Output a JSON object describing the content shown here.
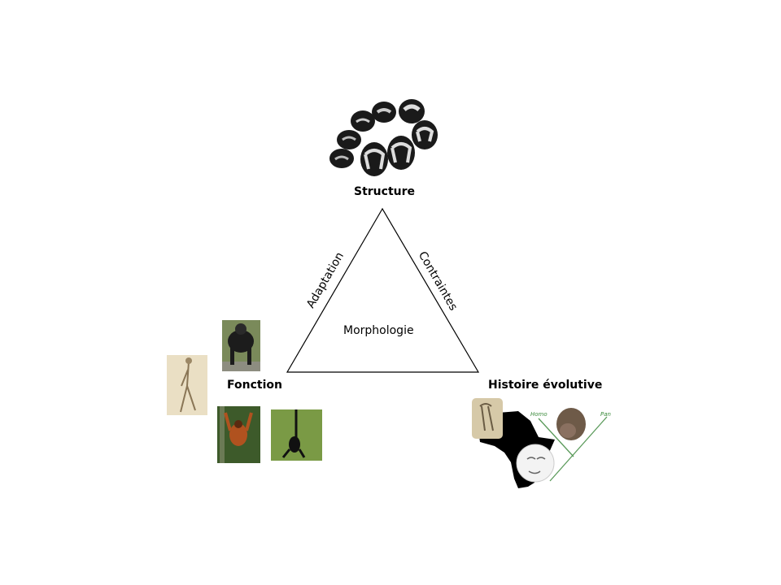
{
  "nodes": {
    "top": "Structure",
    "left": "Fonction",
    "right": "Histoire évolutive",
    "center": "Morphologie"
  },
  "edges": {
    "left": "Adaptation",
    "right": "Contraintes"
  },
  "phylogeny": {
    "taxa": [
      "Homo",
      "Pan"
    ],
    "line_color": "#5a9a5a"
  },
  "images": {
    "structure": "tooth-xray-cluster",
    "fonction": [
      "chimpanzee-photo",
      "bipedal-sketch",
      "orangutan-photo",
      "gibbon-photo"
    ],
    "histoire": [
      "darwin-caricature",
      "africa-silhouette",
      "ape-drawing",
      "hominin-reconstruction"
    ]
  }
}
